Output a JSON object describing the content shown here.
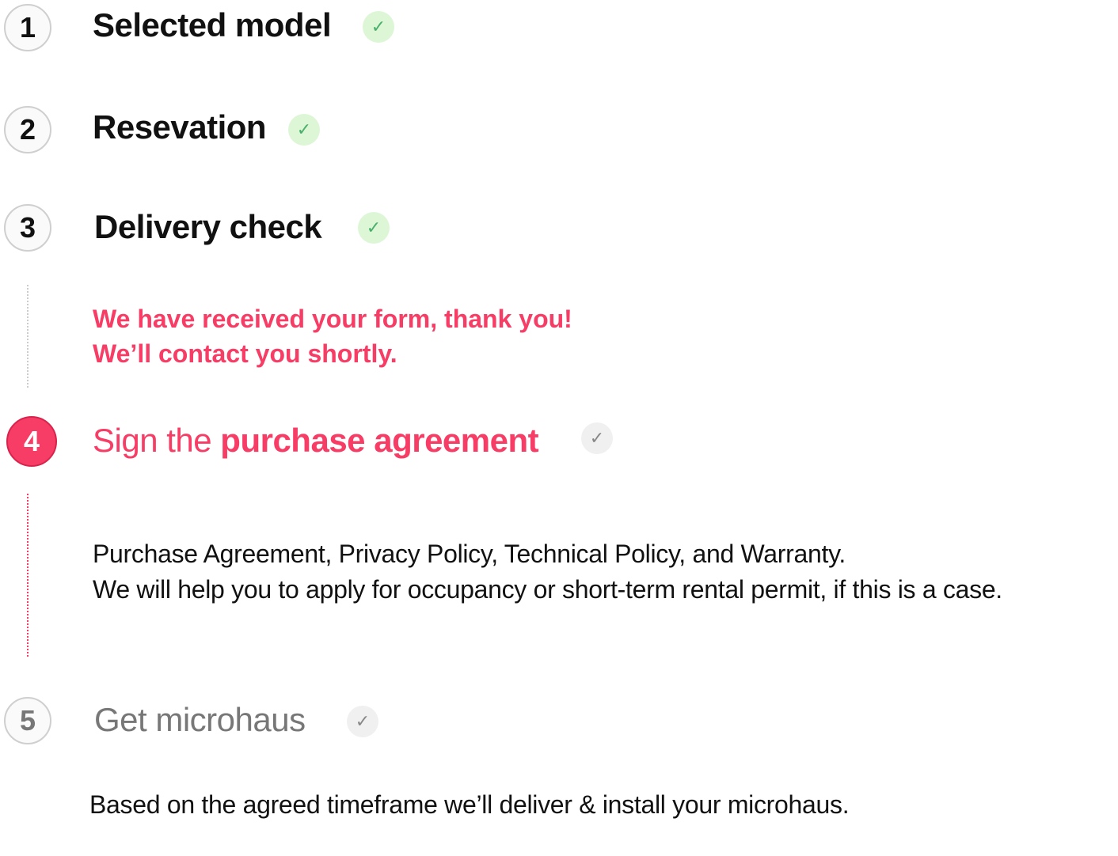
{
  "steps": [
    {
      "number": "1",
      "title": "Selected model",
      "status": "done"
    },
    {
      "number": "2",
      "title": "Resevation",
      "status": "done"
    },
    {
      "number": "3",
      "title": "Delivery check",
      "status": "done",
      "note": [
        "We have received your form, thank you!",
        "We’ll contact you shortly."
      ]
    },
    {
      "number": "4",
      "title_plain": "Sign the ",
      "title_bold": "purchase agreement",
      "status": "active",
      "description": [
        "Purchase Agreement, Privacy Policy, Technical Policy, and Warranty.",
        "We will help you to apply for occupancy or short-term rental permit, if this is a case."
      ]
    },
    {
      "number": "5",
      "title": "Get microhaus",
      "status": "pending",
      "description": "Based on the agreed timeframe we’ll deliver & install your microhaus."
    }
  ],
  "icons": {
    "check": "check-icon"
  },
  "colors": {
    "accent": "#f73d65",
    "done_bg": "#ddf7d6",
    "done_check": "#48b06c"
  },
  "check_glyph": "✓"
}
